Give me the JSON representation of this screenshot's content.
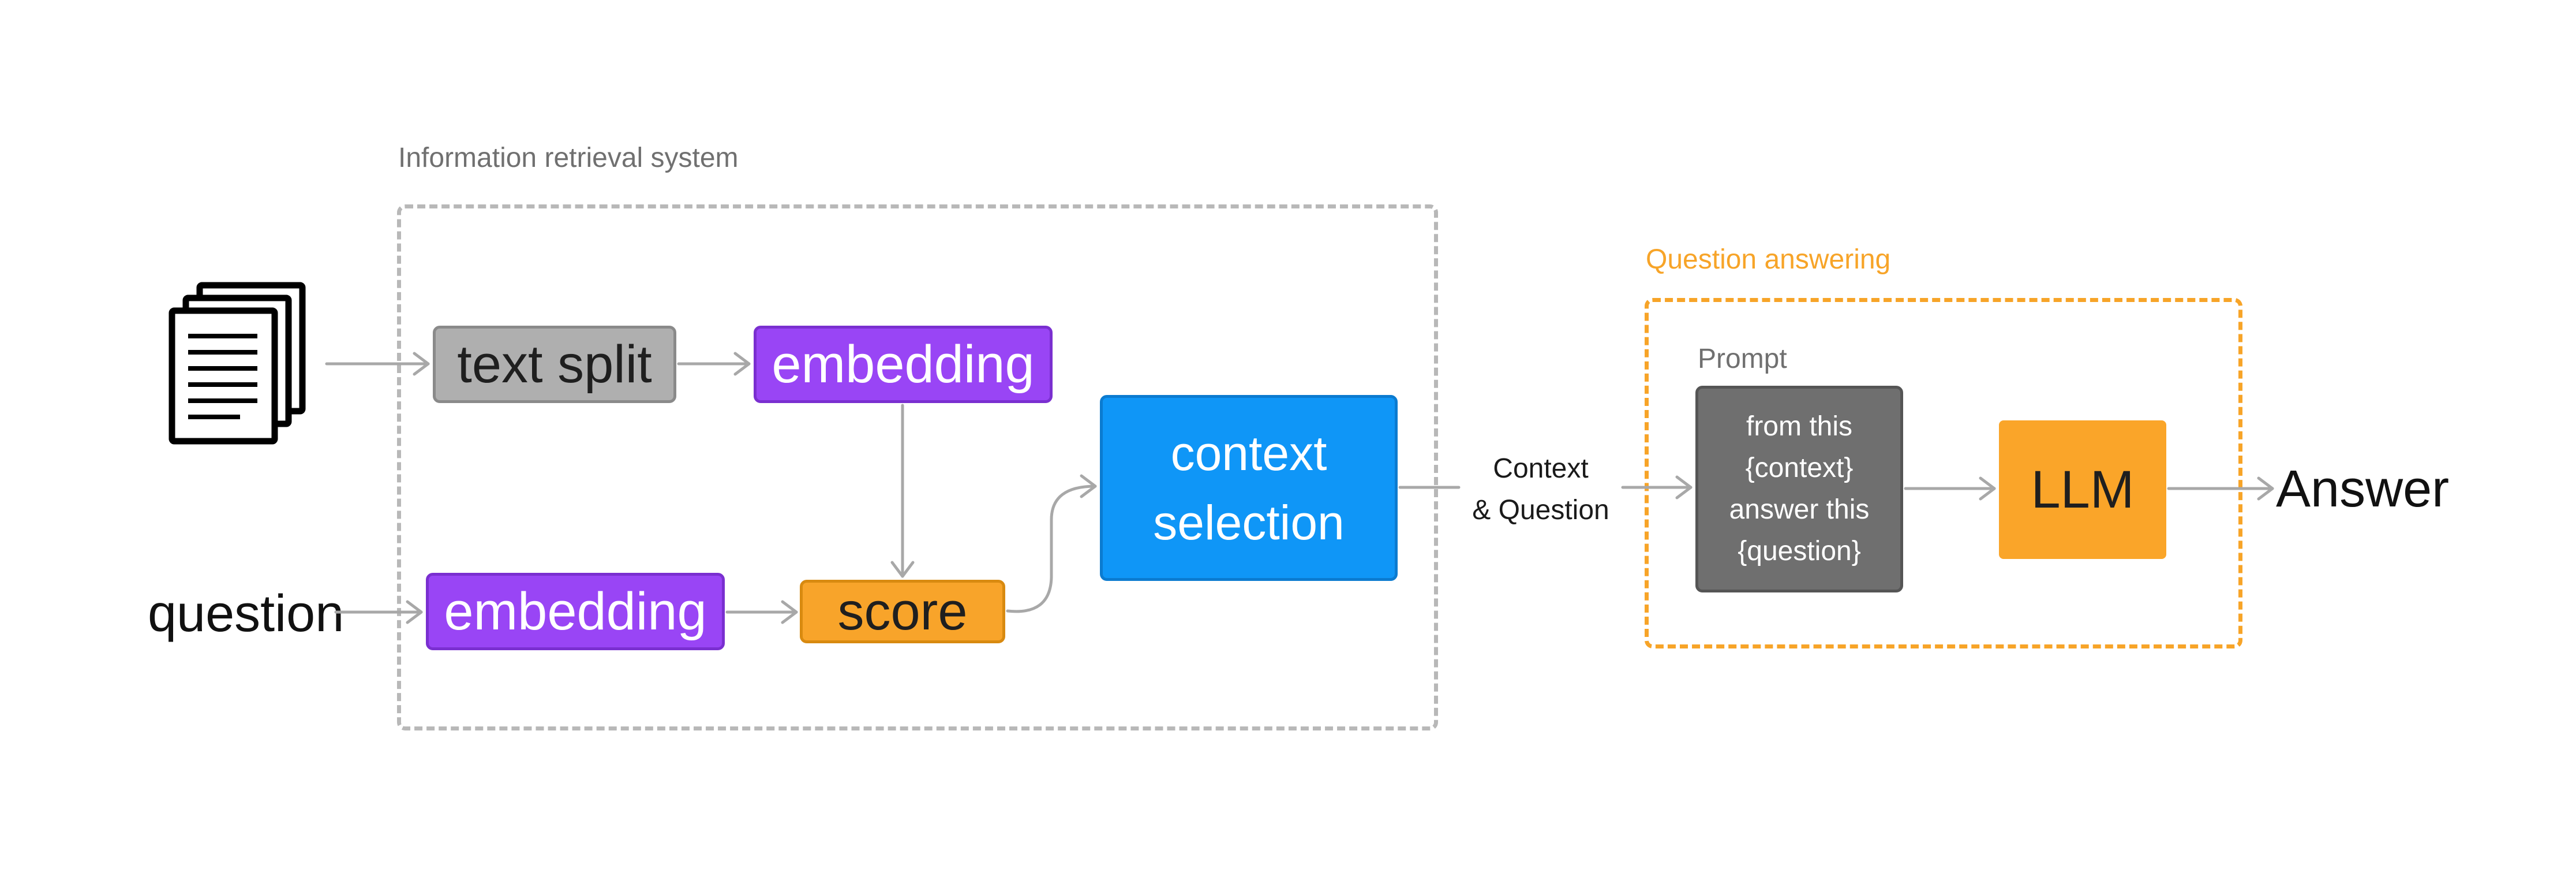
{
  "groups": {
    "retrieval": {
      "title": "Information retrieval system"
    },
    "qa": {
      "title": "Question answering"
    }
  },
  "inputs": {
    "question": "question"
  },
  "nodes": {
    "text_split": "text split",
    "embedding_top": "embedding",
    "embedding_bottom": "embedding",
    "score": "score",
    "context_selection": {
      "line1": "context",
      "line2": "selection"
    },
    "prompt_label": "Prompt",
    "prompt_lines": [
      "from this",
      "{context}",
      "answer this",
      "{question}"
    ],
    "llm": "LLM"
  },
  "edge_labels": {
    "context_question": {
      "line1": "Context",
      "line2": "& Question"
    }
  },
  "output": "Answer",
  "icons": {
    "documents": "documents-stack-icon"
  },
  "colors": {
    "dashed_gray": "#b8b8b8",
    "group_title_gray": "#707070",
    "qa_orange": "#f7a428",
    "text_split_fill": "#afafaf",
    "text_split_border": "#8a8a8a",
    "embedding_fill": "#9945f5",
    "embedding_border": "#7a2fd0",
    "score_fill": "#f8a42a",
    "score_border": "#d88a10",
    "context_fill": "#0f96f7",
    "context_border": "#0b7bd0",
    "prompt_fill": "#6f6f6f",
    "prompt_border": "#555555",
    "llm_fill": "#faa529",
    "arrow_gray": "#a8a8a8"
  }
}
